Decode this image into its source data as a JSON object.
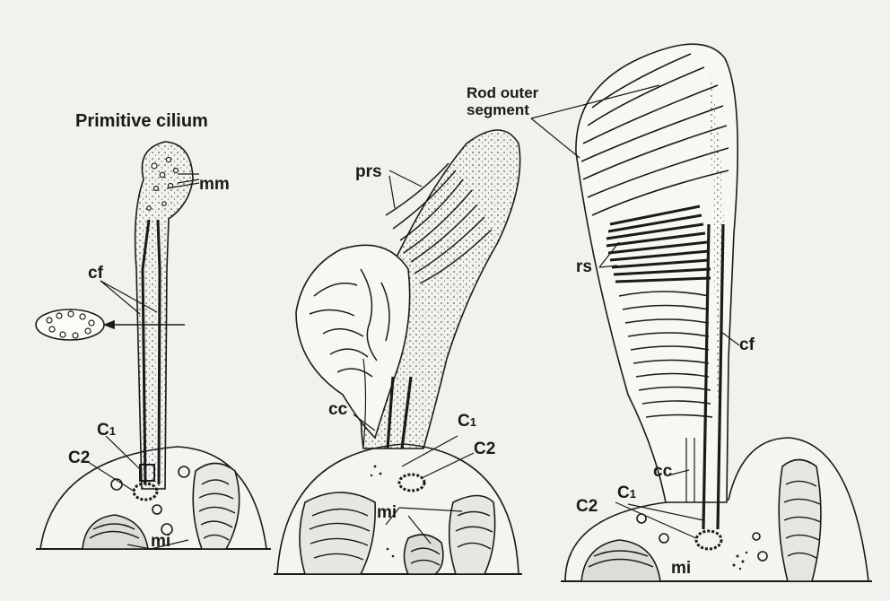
{
  "figure": {
    "background_color": "#f1f1ee",
    "ink_color": "#1a1a1a",
    "labels": {
      "primitive_cilium": "Primitive cilium",
      "rod_outer_segment_line1": "Rod outer",
      "rod_outer_segment_line2": "segment",
      "mm": "mm",
      "cf": "cf",
      "prs": "prs",
      "rs": "rs",
      "cc": "cc",
      "c_letter": "C",
      "c1_index": "1",
      "c2": "C2",
      "mi": "mi"
    }
  }
}
